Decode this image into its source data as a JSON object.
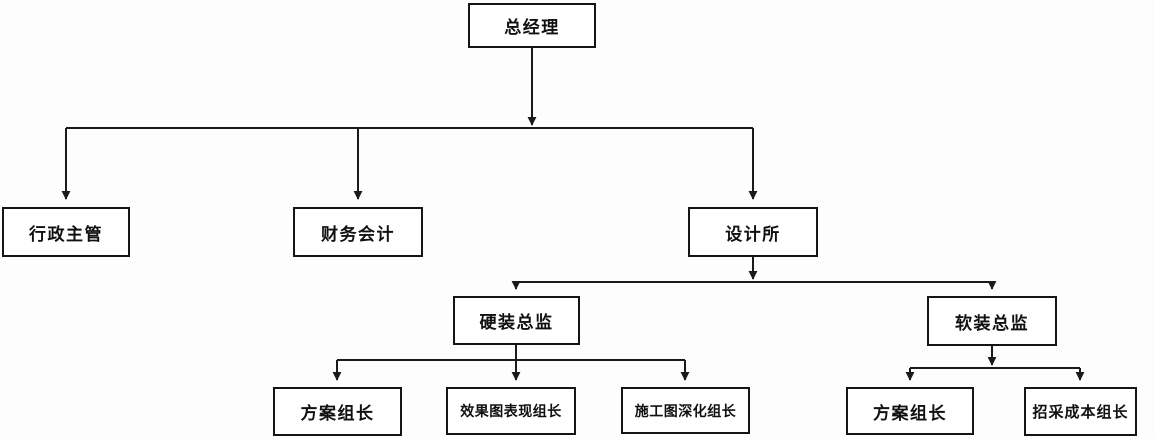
{
  "diagram": {
    "kind": "org-chart",
    "colors": {
      "line": "#1a1a1a",
      "box_border": "#151515",
      "box_fill": "#ffffff",
      "background": "#fdfdfd"
    },
    "nodes": {
      "general_manager": {
        "label": "总经理"
      },
      "admin_supervisor": {
        "label": "行政主管"
      },
      "finance_accountant": {
        "label": "财务会计"
      },
      "design_institute": {
        "label": "设计所"
      },
      "hard_decoration_director": {
        "label": "硬装总监"
      },
      "soft_decoration_director": {
        "label": "软装总监"
      },
      "hard_scheme_team_leader": {
        "label": "方案组长"
      },
      "rendering_team_leader": {
        "label": "效果图表现组长"
      },
      "construction_drawing_team_leader": {
        "label": "施工图深化组长"
      },
      "soft_scheme_team_leader": {
        "label": "方案组长"
      },
      "procurement_cost_team_leader": {
        "label": "招采成本组长"
      }
    },
    "edges": [
      {
        "from": "总经理",
        "to": "行政主管"
      },
      {
        "from": "总经理",
        "to": "财务会计"
      },
      {
        "from": "总经理",
        "to": "设计所"
      },
      {
        "from": "设计所",
        "to": "硬装总监"
      },
      {
        "from": "设计所",
        "to": "软装总监"
      },
      {
        "from": "硬装总监",
        "to": "方案组长"
      },
      {
        "from": "硬装总监",
        "to": "效果图表现组长"
      },
      {
        "from": "硬装总监",
        "to": "施工图深化组长"
      },
      {
        "from": "软装总监",
        "to": "方案组长"
      },
      {
        "from": "软装总监",
        "to": "招采成本组长"
      }
    ]
  }
}
